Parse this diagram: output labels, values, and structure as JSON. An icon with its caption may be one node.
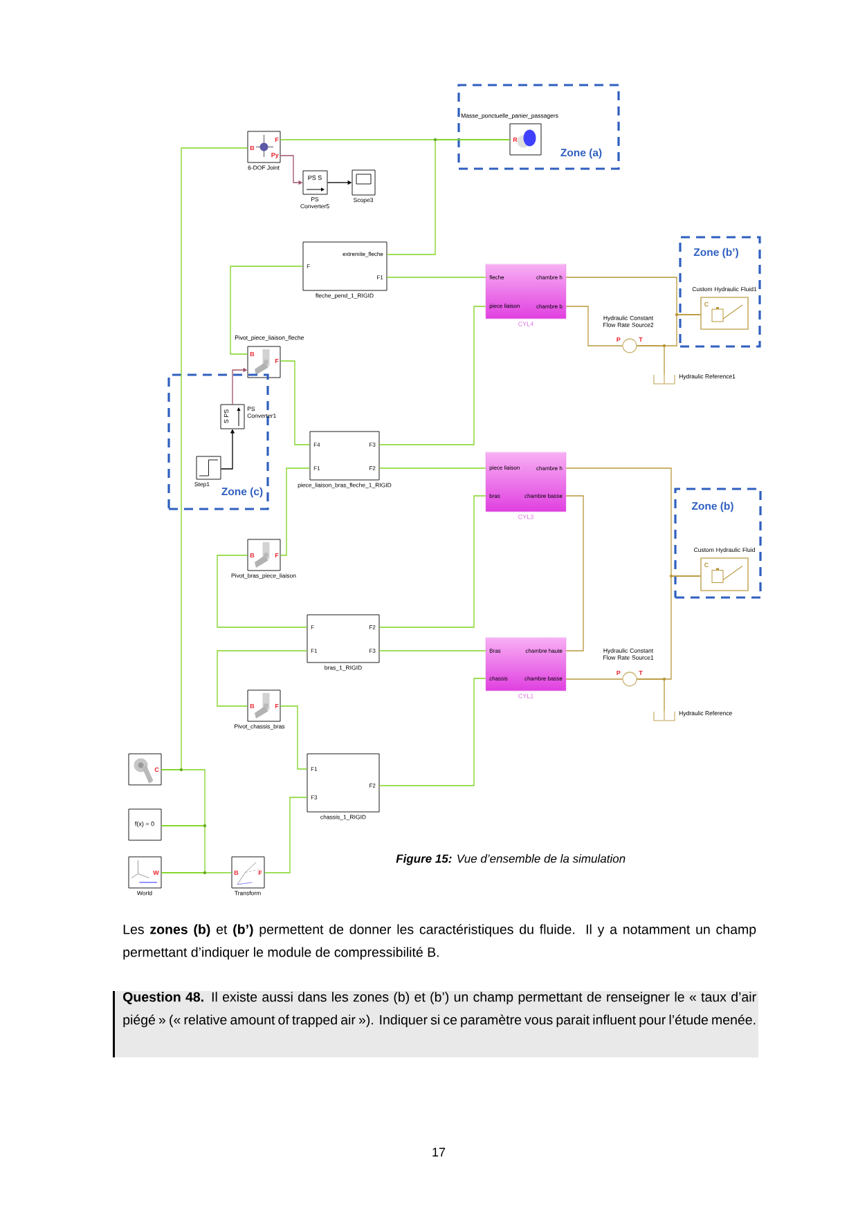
{
  "diagram": {
    "caption": "**Figure 15:** Vue d’ensemble de la simulation",
    "nodes": [
      {
        "text": [
          "Zone (a)"
        ]
      },
      {
        "text": [
          "Masse_ponctuelle_panier_passagers",
          "R"
        ],
        "in": 0
      },
      {
        "text": [
          "F",
          "B",
          "Py",
          "6-DOF Joint"
        ]
      },
      {
        "text": [
          "PS S",
          "PS Converter5"
        ]
      },
      {
        "text": [
          "Scope3"
        ]
      },
      {
        "text": [
          "extremite_fleche",
          "F",
          "F1",
          "fleche_pend_1_RIGID"
        ]
      },
      {
        "text": [
          "Zone (b’)"
        ]
      },
      {
        "text": [
          "Custom Hydraulic Fluid1",
          "C"
        ],
        "in": 6
      },
      {
        "text": [
          "fleche",
          "chambre h",
          "piece liaison",
          "chambre b",
          "CYL4"
        ]
      },
      {
        "text": [
          "Hydraulic Constant Flow Rate Source2",
          "P",
          "T"
        ]
      },
      {
        "text": [
          "Hydraulic Reference1"
        ]
      },
      {
        "text": [
          "Pivot_piece_liaison_fleche",
          "B",
          "F"
        ]
      },
      {
        "text": [
          "Zone (c)"
        ]
      },
      {
        "text": [
          "PS Converter1",
          "S PS"
        ],
        "in": 12
      },
      {
        "text": [
          "Step1"
        ],
        "in": 12
      },
      {
        "text": [
          "F4",
          "F3",
          "F1",
          "F2",
          "piece_liaison_bras_fleche_1_RIGID"
        ]
      },
      {
        "text": [
          "piece liaison",
          "chambre h",
          "bras",
          "chambre basse",
          "CYL3"
        ]
      },
      {
        "text": [
          "Zone (b)"
        ]
      },
      {
        "text": [
          "Custom Hydraulic Fluid",
          "C"
        ],
        "in": 17
      },
      {
        "text": [
          "B",
          "F",
          "Pivot_bras_piece_liaison"
        ]
      },
      {
        "text": [
          "F",
          "F2",
          "F1",
          "F3",
          "bras_1_RIGID"
        ]
      },
      {
        "text": [
          "Bras",
          "chambre haute",
          "chassis",
          "chambre basse",
          "CYL1"
        ]
      },
      {
        "text": [
          "Hydraulic Constant Flow Rate Source1",
          "P",
          "T"
        ]
      },
      {
        "text": [
          "Hydraulic Reference"
        ]
      },
      {
        "text": [
          "B",
          "F",
          "Pivot_chassis_bras"
        ]
      },
      {
        "text": [
          "C"
        ]
      },
      {
        "text": [
          "f(x) = 0"
        ]
      },
      {
        "text": [
          "W",
          "World"
        ]
      },
      {
        "text": [
          "B",
          "F",
          "Transform"
        ]
      },
      {
        "text": [
          "F1",
          "F2",
          "F3",
          "chassis_1_RIGID"
        ]
      }
    ],
    "edges": [
      {
        "from": 2,
        "to": 1,
        "arrow": "none"
      },
      {
        "from": 5,
        "to": 1,
        "arrow": "none"
      },
      {
        "from": 2,
        "to": 25,
        "arrow": "none"
      },
      {
        "from": 25,
        "to": 26,
        "arrow": "none"
      },
      {
        "from": 26,
        "to": 27,
        "arrow": "none"
      },
      {
        "from": 27,
        "to": 28,
        "arrow": "none"
      },
      {
        "from": 5,
        "to": 11,
        "arrow": "none"
      },
      {
        "from": 5,
        "to": 8,
        "arrow": "none"
      },
      {
        "from": 11,
        "to": 15,
        "arrow": "none"
      },
      {
        "from": 15,
        "to": 8,
        "arrow": "none"
      },
      {
        "from": 15,
        "to": 16,
        "arrow": "none"
      },
      {
        "from": 15,
        "to": 19,
        "arrow": "none"
      },
      {
        "from": 19,
        "to": 20,
        "arrow": "none"
      },
      {
        "from": 20,
        "to": 16,
        "arrow": "none"
      },
      {
        "from": 20,
        "to": 21,
        "arrow": "none"
      },
      {
        "from": 20,
        "to": 24,
        "arrow": "none"
      },
      {
        "from": 24,
        "to": 29,
        "arrow": "none"
      },
      {
        "from": 29,
        "to": 21,
        "arrow": "none"
      },
      {
        "from": 28,
        "to": 29,
        "arrow": "none"
      },
      {
        "from": 2,
        "to": 3,
        "arrow": "to",
        "color": "#a0506a"
      },
      {
        "from": 3,
        "to": 4,
        "arrow": "to",
        "color": "#000000"
      },
      {
        "from": 14,
        "to": 13,
        "arrow": "to",
        "color": "#000000"
      },
      {
        "from": 13,
        "to": 11,
        "arrow": "to",
        "color": "#a0506a"
      },
      {
        "from": 8,
        "to": 7,
        "arrow": "none",
        "color": "#b8963a"
      },
      {
        "from": 9,
        "to": 7,
        "arrow": "none",
        "color": "#b8963a"
      },
      {
        "from": 9,
        "to": 10,
        "arrow": "none",
        "color": "#b8963a"
      },
      {
        "from": 8,
        "to": 9,
        "arrow": "none",
        "color": "#b8963a"
      },
      {
        "from": 16,
        "to": 18,
        "arrow": "none",
        "color": "#b8963a"
      },
      {
        "from": 22,
        "to": 18,
        "arrow": "none",
        "color": "#b8963a"
      },
      {
        "from": 22,
        "to": 23,
        "arrow": "none",
        "color": "#b8963a"
      },
      {
        "from": 16,
        "to": 21,
        "arrow": "none",
        "color": "#b8963a"
      },
      {
        "from": 21,
        "to": 22,
        "arrow": "none",
        "color": "#b8963a"
      }
    ],
    "labels": [
      "Les **zones (b)** et **(b’)** permettent de donner les caractéristiques du fluide. Il y a notamment un champ permettant d’indiquer le module de compressibilité B.",
      "**Question 48.** Il existe aussi dans les zones (b) et (b’) un champ permettant de renseigner le « taux d’air piégé » (« relative amount of trapped air »). Indiquer si ce paramètre vous parait influent pour l’étude menée.",
      "17"
    ]
  }
}
